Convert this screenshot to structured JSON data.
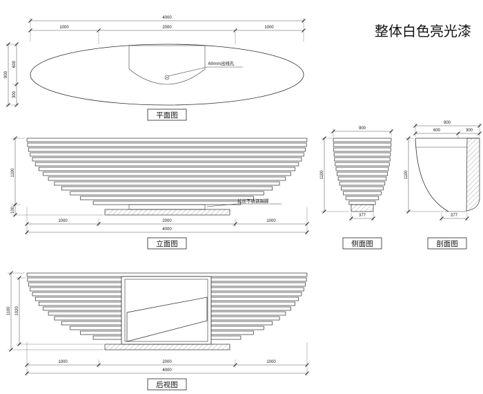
{
  "title": "整体白色亮光漆",
  "views": {
    "plan": {
      "label": "平面图",
      "total_width": "4000",
      "segments": [
        "1000",
        "2000",
        "1000"
      ],
      "depth_total": "900",
      "depth_top": "600",
      "depth_bottom": "300",
      "hole_note": "60mm出线孔"
    },
    "elevation": {
      "label": "立面图",
      "segments": [
        "1000",
        "2000",
        "1000"
      ],
      "total_width": "4000",
      "height": "1100",
      "base_height": "100",
      "kick_note": "拉丝不锈钢踢脚"
    },
    "side": {
      "label": "侧面图",
      "width": "900",
      "height": "1100",
      "base_width": "377"
    },
    "section": {
      "label": "剖面图",
      "width": "900",
      "seg_a": "600",
      "seg_b": "300",
      "height": "1100",
      "base_width": "377"
    },
    "rear": {
      "label": "后视图",
      "segments": [
        "1000",
        "2000",
        "1000"
      ],
      "total_width": "4000",
      "height": "1100",
      "inner_height": "1020"
    }
  }
}
